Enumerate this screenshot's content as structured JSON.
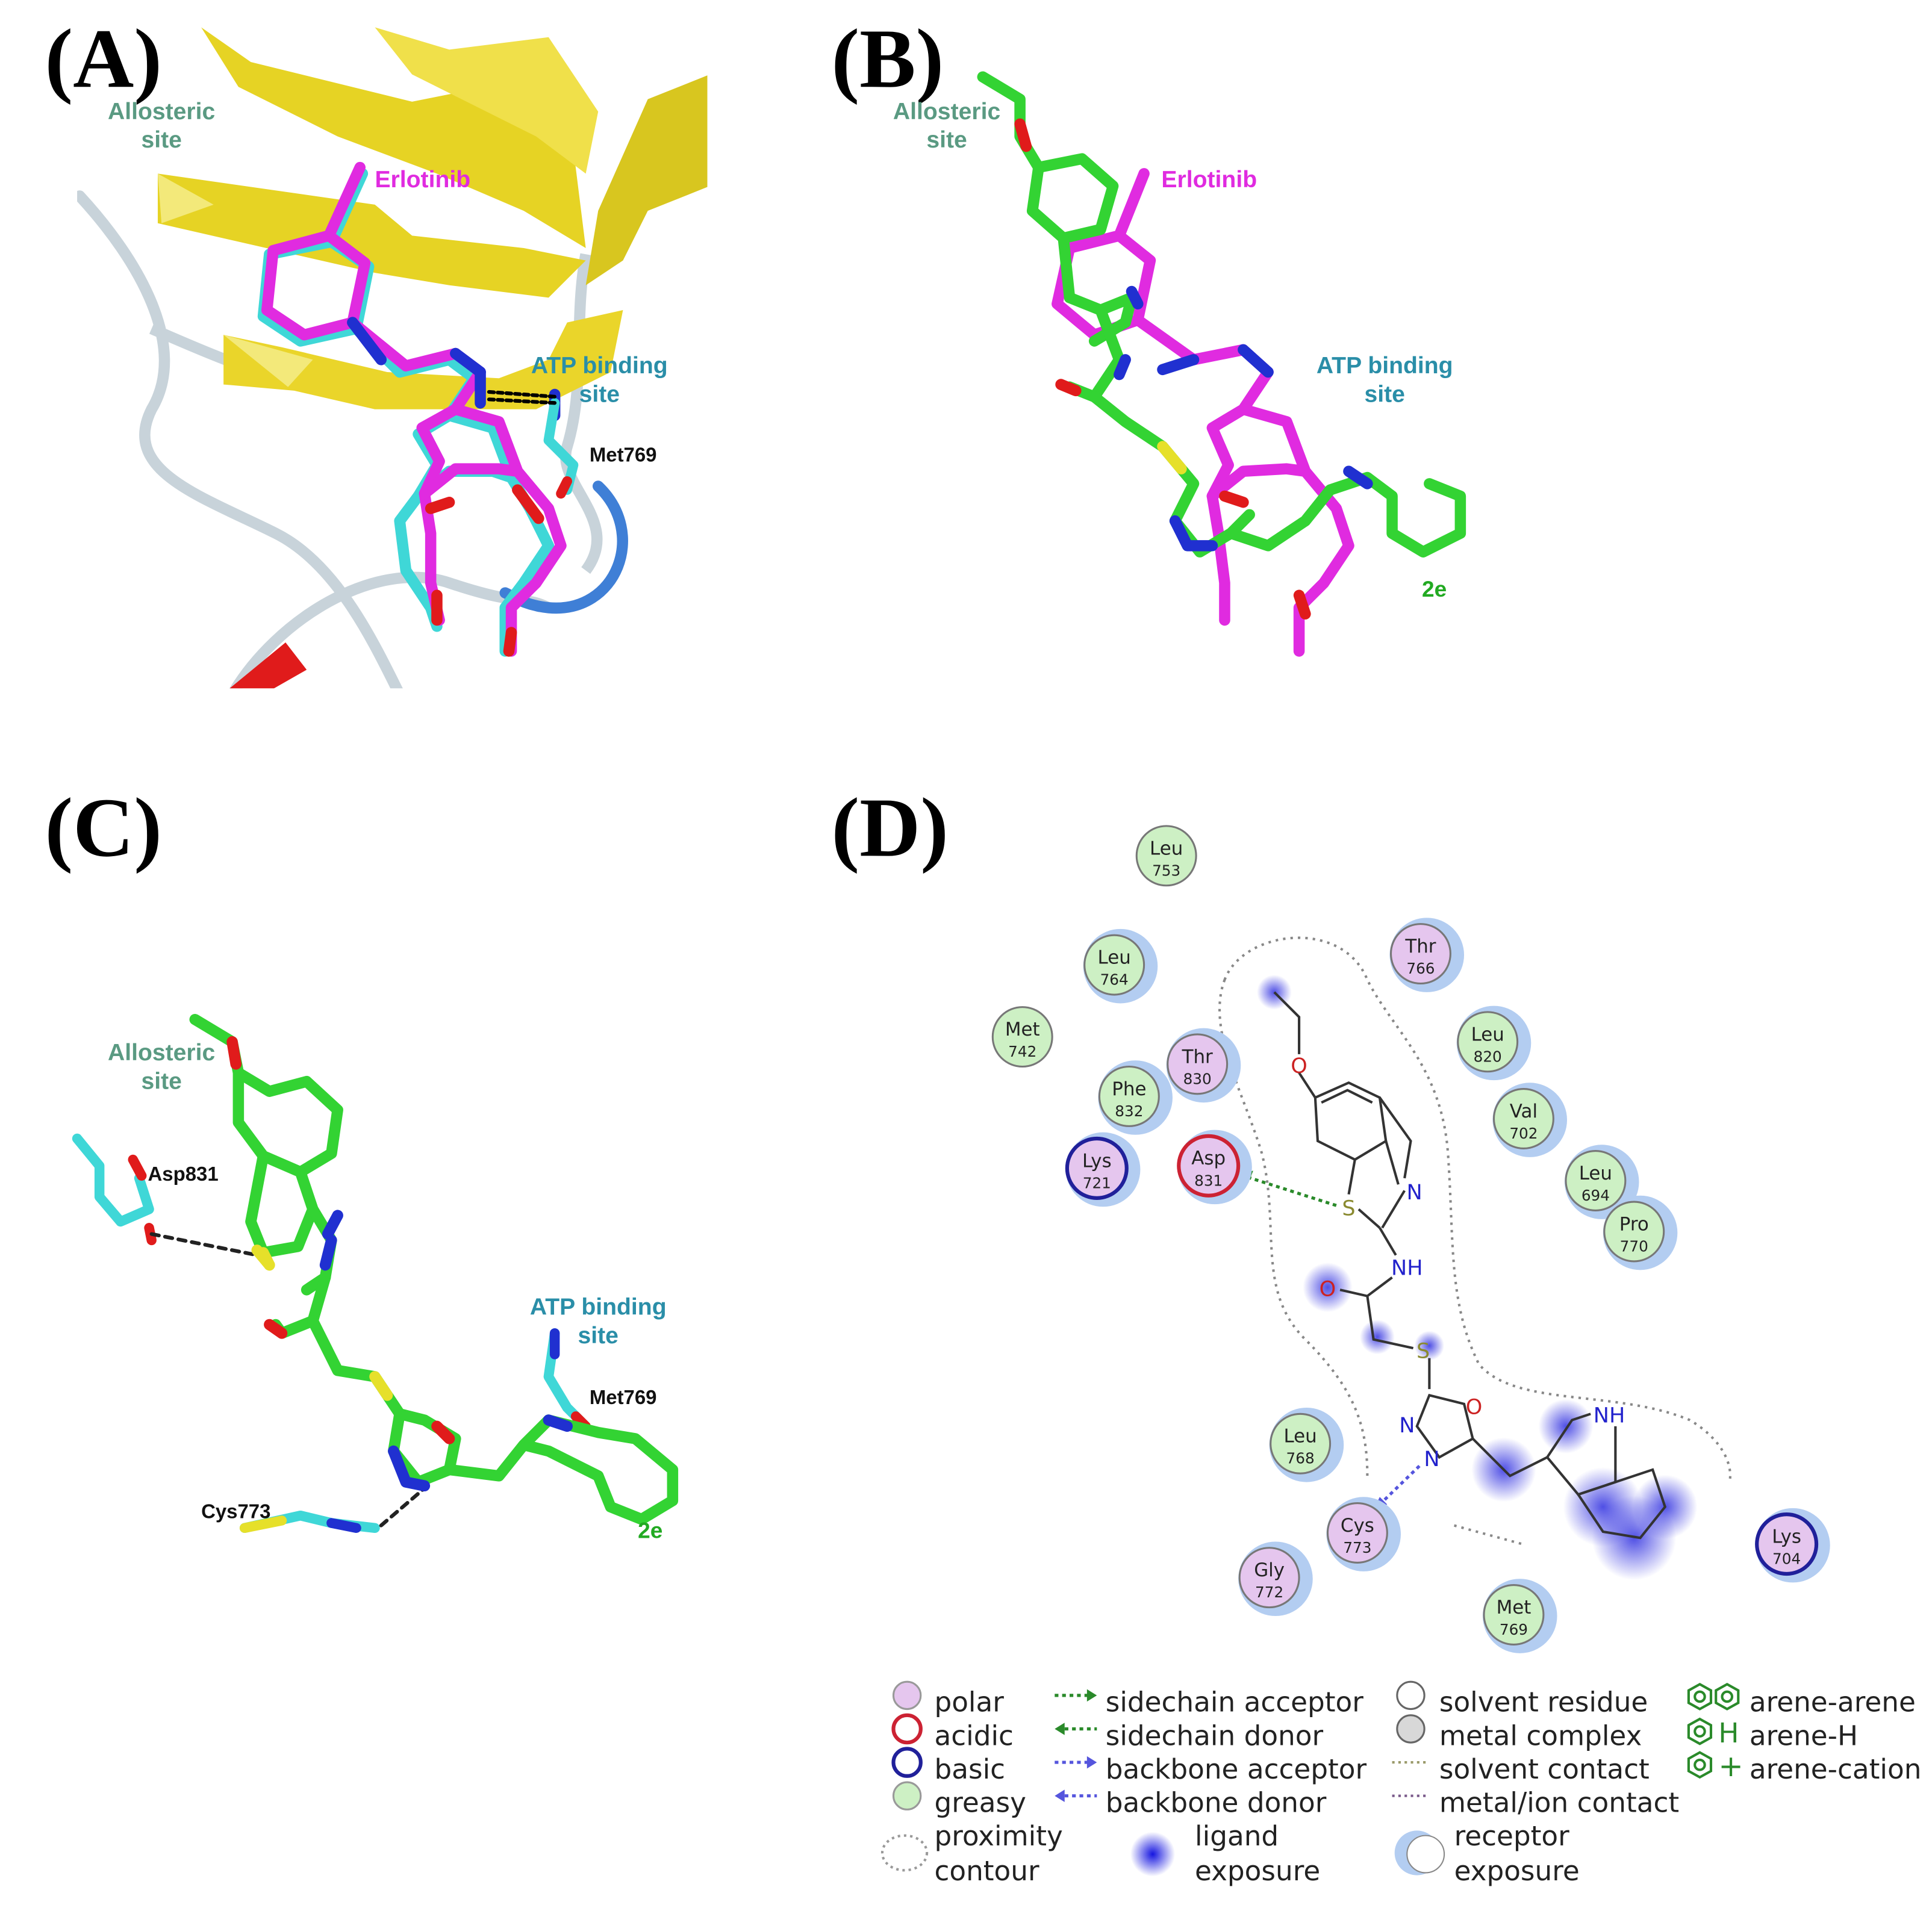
{
  "panels": {
    "A": {
      "label": "(A)",
      "allosteric": [
        "Allosteric",
        "site"
      ],
      "erlotinib": "Erlotinib",
      "atp": [
        "ATP  binding",
        "site"
      ],
      "met": "Met769"
    },
    "B": {
      "label": "(B)",
      "allosteric": [
        "Allosteric",
        "site"
      ],
      "erlotinib": "Erlotinib",
      "atp": [
        "ATP  binding",
        "site"
      ],
      "compound": "2e"
    },
    "C": {
      "label": "(C)",
      "allosteric": [
        "Allosteric",
        "site"
      ],
      "atp": [
        "ATP  binding",
        "site"
      ],
      "asp": "Asp831",
      "met": "Met769",
      "cys": "Cys773",
      "compound": "2e"
    },
    "D": {
      "label": "(D)",
      "residues": [
        {
          "name": "Leu",
          "num": "753",
          "type": "greasy",
          "exposed": false
        },
        {
          "name": "Leu",
          "num": "764",
          "type": "greasy",
          "exposed": true
        },
        {
          "name": "Thr",
          "num": "766",
          "type": "polar",
          "exposed": true
        },
        {
          "name": "Met",
          "num": "742",
          "type": "greasy",
          "exposed": false
        },
        {
          "name": "Thr",
          "num": "830",
          "type": "polar",
          "exposed": true
        },
        {
          "name": "Leu",
          "num": "820",
          "type": "greasy",
          "exposed": true
        },
        {
          "name": "Phe",
          "num": "832",
          "type": "greasy",
          "exposed": true
        },
        {
          "name": "Val",
          "num": "702",
          "type": "greasy",
          "exposed": true
        },
        {
          "name": "Lys",
          "num": "721",
          "type": "basic",
          "exposed": true
        },
        {
          "name": "Asp",
          "num": "831",
          "type": "acidic",
          "exposed": true
        },
        {
          "name": "Leu",
          "num": "694",
          "type": "greasy",
          "exposed": true
        },
        {
          "name": "Pro",
          "num": "770",
          "type": "greasy",
          "exposed": true
        },
        {
          "name": "Leu",
          "num": "768",
          "type": "greasy",
          "exposed": true
        },
        {
          "name": "Cys",
          "num": "773",
          "type": "polar",
          "exposed": true
        },
        {
          "name": "Gly",
          "num": "772",
          "type": "polar",
          "exposed": true
        },
        {
          "name": "Met",
          "num": "769",
          "type": "greasy",
          "exposed": true
        },
        {
          "name": "Lys",
          "num": "704",
          "type": "basic",
          "exposed": true
        }
      ],
      "atoms": {
        "o1": "O",
        "s1": "S",
        "n1": "N",
        "nh": "NH",
        "o2": "O",
        "s2": "S",
        "o3": "O",
        "n2": "N",
        "n3": "N",
        "nh2": "NH"
      },
      "legend": {
        "col1": [
          "polar",
          "acidic",
          "basic",
          "greasy"
        ],
        "proximity": [
          "proximity",
          "contour"
        ],
        "col2": [
          "sidechain acceptor",
          "sidechain donor",
          "backbone acceptor",
          "backbone donor"
        ],
        "ligand": [
          "ligand",
          "exposure"
        ],
        "col3": [
          "solvent residue",
          "metal complex",
          "solvent contact",
          "metal/ion contact"
        ],
        "receptor": [
          "receptor",
          "exposure"
        ],
        "col4": [
          "arene-arene",
          "arene-H",
          "arene-cation"
        ],
        "col4_sym": [
          "H",
          "+"
        ]
      }
    }
  },
  "colors": {
    "helix_yellow": "#e6d324",
    "coil_grey": "#c8d3da",
    "hinge_blue": "#3f7fd6",
    "helix_red": "#e01b1b",
    "erlotinib_magenta": "#e02be0",
    "ligand_cyan": "#3fd7d7",
    "compound_green": "#33d333",
    "oxygen_red": "#e01b1b",
    "nitrogen_blue": "#2030d0",
    "sulfur_yellow": "#e6e02a",
    "allosteric_label": "#5a9a82",
    "atp_label": "#2a8ea8",
    "polar": "#e5c6ee",
    "greasy": "#cdf0c4",
    "acidic_ring": "#cc2233",
    "basic_ring": "#20209a",
    "exposure_blue": "#b3cdf1"
  }
}
